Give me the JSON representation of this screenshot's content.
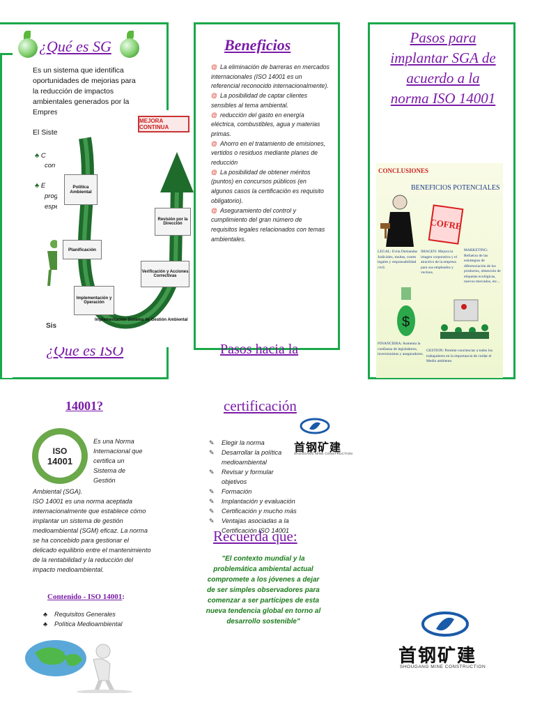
{
  "panel1": {
    "title": "¿Qué es SG",
    "lines": [
      "Es un sistema que identifica",
      "oportunidades de mejorias para",
      "la reducción de impactos",
      "ambientales generados por la",
      "Empres"
    ],
    "sist": "El Siste",
    "bullet1a": "C",
    "bullet1b": "con",
    "bullet2a": "E",
    "bullet2b": "prog",
    "bullet2c": "espe",
    "sis_label": "Sis",
    "bottom_title": "¿Que es ISO"
  },
  "diagram": {
    "mejora": "MEJORA CONTINUA",
    "politica": "Política\nAmbiental",
    "planificacion": "Planificación",
    "implementacion": "Implementación y\nOperación",
    "verificacion": "Verificación y Acciones\nCorrectivas",
    "revision": "Revisión por la\nDirección",
    "caption": "Implementación Sistema de Gestión Ambiental"
  },
  "panel2": {
    "title": "Beneficios",
    "items": [
      "La eliminación de barreras en mercados internacionales (ISO 14001 es un referencial reconocido internacionalmente).",
      "La posibilidad de captar clientes sensibles al tema ambiental.",
      "reducción del gasto en energía eléctrica, combustibles, agua y materias primas.",
      "Ahorro en el tratamiento de emisiones, vertidos o residuos mediante planes de reducción",
      "La posibilidad de obtener méritos (puntos) en concursos públicos (en algunos casos la certificación es requisito obligatorio).",
      "Aseguramiento del control y cumplimiento del gran número de requisitos legales relacionados con temas ambientales."
    ],
    "bottom_title": "Pasos hacia la"
  },
  "panel3": {
    "title_lines": [
      "Pasos para",
      "implantar SGA de",
      "acuerdo a la",
      "norma ISO 14001"
    ],
    "conclusiones": "CONCLUSIONES",
    "beneficios": "BENEFICIOS POTENCIALES",
    "cofre": "COFRE",
    "legal": "LEGAL: Evita Demandas Judiciales, multas, costes legales y responsabilidad civil.",
    "imagen": "IMAGEN: Mejora la imagen corporativa y el atractivo de la empresa para sus empleados y vecinos.",
    "marketing": "MARKETING: Refuerzo de las estrategias de diferenciación de los productos, obtención de etiquetas ecológicas, nuevos mercados, etc...",
    "financiera": "FINANCIERA: Aumenta la confianza de legisladores, inversionistas y aseguradores.",
    "gestion": "GESTION: Permite concienciar a todos los trabajadores en la importancia de cuidar el Medio ambiente."
  },
  "iso": {
    "heading": "14001?",
    "logo_top": "ISO",
    "logo_num": "14001",
    "wrap_lines": [
      "Es una Norma",
      "Internacional que",
      "certifica un",
      "Sistema de",
      "Gestión"
    ],
    "paragraph": "Ambiental (SGA).\nISO 14001 es una norma aceptada internacionalmente que establece cómo implantar un sistema de gestión medioambiental (SGM) eficaz. La norma se ha concebido para gestionar el delicado equilibrio entre el mantenimiento de la rentabilidad y la reducción del impacto medioambiental.",
    "contenido": "Contenido - ISO 14001",
    "contenido_colon": ":",
    "contenido_items": [
      "Requisitos Generales",
      "Política Medioambiental"
    ]
  },
  "cert": {
    "heading": "certificación",
    "steps": [
      "Elegir la norma",
      "Desarrollar la política medioambiental",
      "Revisar y formular objetivos",
      "Formación",
      "Implantación y evaluación",
      "Certificación y mucho más",
      "Ventajas asociadas a la Certificación ISO 14001"
    ],
    "recuerda": "Recuerda que:",
    "quote": "\"El contexto mundial y la problemática ambiental actual compromete a los jóvenes a dejar de ser simples observadores para comenzar a ser partícipes de esta nueva tendencia global en torno al desarrollo sostenible\""
  },
  "logo": {
    "chinese": "首钢矿建",
    "english": "SHOUGANG MINE CONSTRUCTION"
  },
  "colors": {
    "green": "#1aa84a",
    "purple": "#7a1aa8",
    "dark_green_text": "#1a7a1a",
    "arrow_green": "#1e6b2c",
    "logo_blue": "#1a5aa8"
  }
}
